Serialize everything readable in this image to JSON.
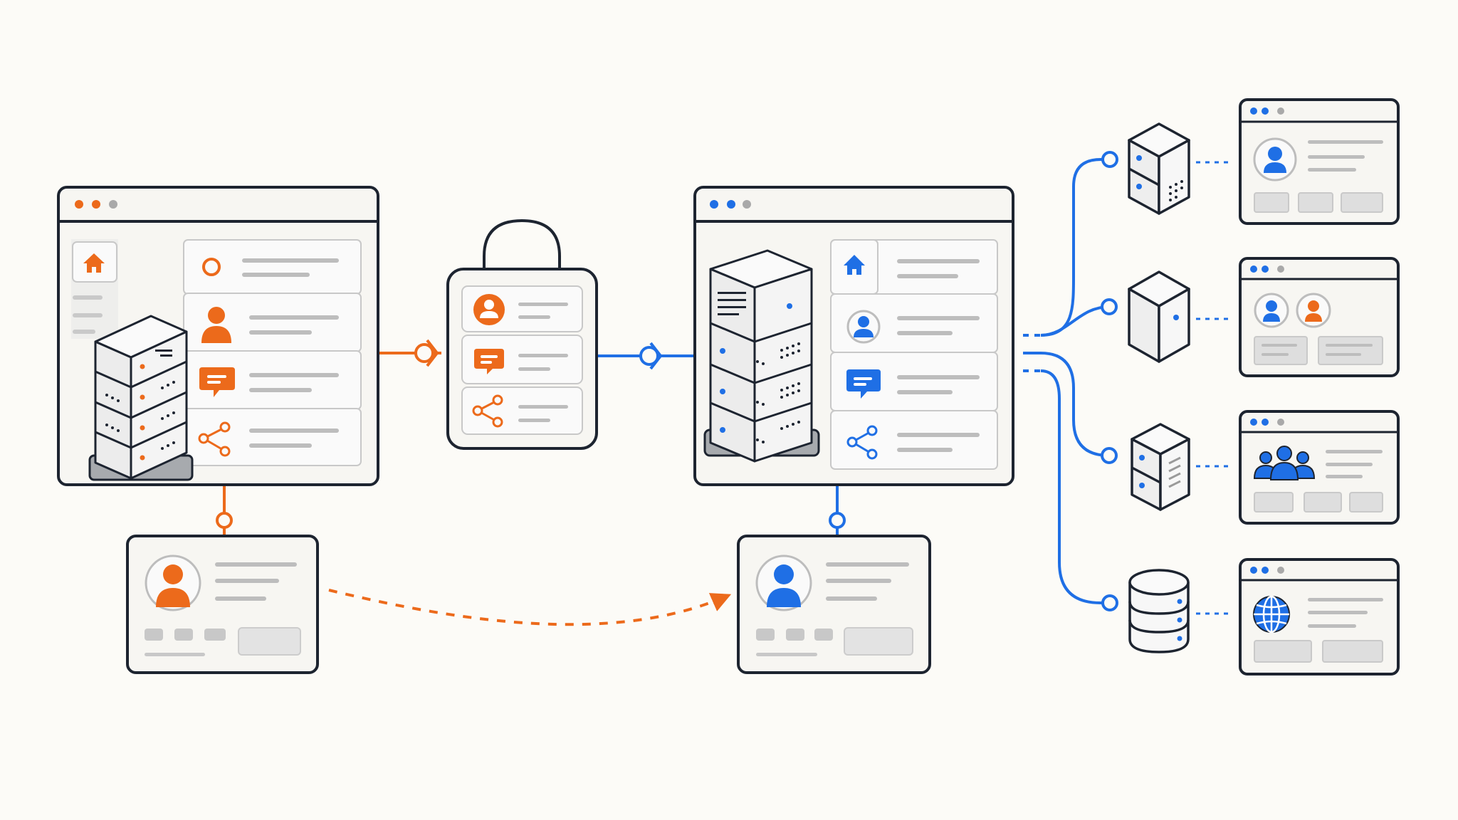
{
  "colors": {
    "background": "#fcfbf7",
    "orange": "#ec6a1b",
    "blue": "#1f6fe5",
    "outline": "#1d2430",
    "panel": "#f7f6f2",
    "card": "#f1f1ef",
    "placeholder": "#bdbdbd",
    "button": "#dedede",
    "inactive_dot": "#a9a9a9"
  },
  "source_app": {
    "theme": "orange",
    "sidebar_icon": "home-icon",
    "list_icons": [
      "circle-icon",
      "user-icon",
      "chat-icon",
      "share-icon"
    ],
    "server_icon": "server-rack-icon"
  },
  "gateway": {
    "theme": "orange",
    "icon": "lock-icon",
    "items": [
      "user-icon",
      "chat-icon",
      "share-icon"
    ]
  },
  "target_app": {
    "theme": "blue",
    "list_icons": [
      "home-icon",
      "user-icon",
      "chat-icon",
      "share-icon"
    ],
    "server_icon": "server-rack-icon"
  },
  "profile_cards": [
    {
      "theme": "orange",
      "icon": "user-icon"
    },
    {
      "theme": "blue",
      "icon": "user-icon"
    }
  ],
  "transfer": {
    "style": "dashed",
    "direction": "source-to-target",
    "icon": "arrow-icon"
  },
  "nodes": [
    {
      "device": "server-cube-icon",
      "window_icon": "user-icon",
      "buttons": 3
    },
    {
      "device": "server-cube-icon",
      "window_icon": "two-users-icon",
      "buttons": 2
    },
    {
      "device": "server-cube-icon",
      "window_icon": "group-icon",
      "buttons": 3
    },
    {
      "device": "database-icon",
      "window_icon": "globe-icon",
      "buttons": 2
    }
  ]
}
